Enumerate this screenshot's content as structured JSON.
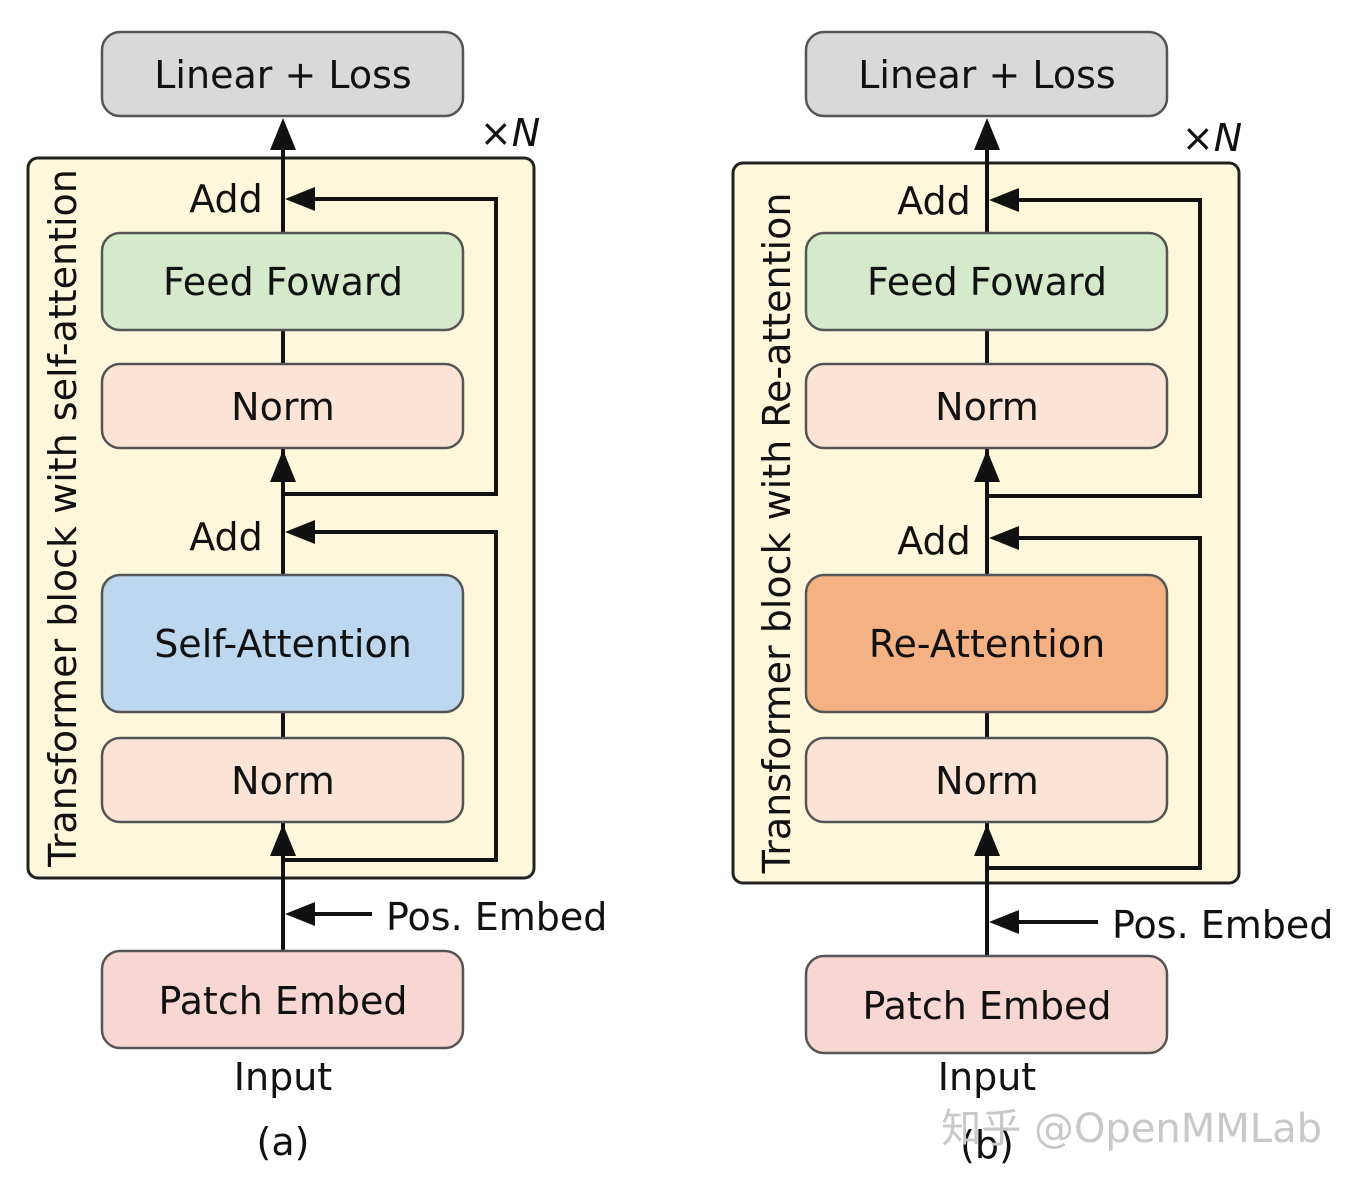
{
  "panel_a": {
    "top": "Linear + Loss",
    "repeat": "×N",
    "block_label": "Transformer block with self-attention",
    "add_top": "Add",
    "feed_forward": "Feed Foward",
    "norm_top": "Norm",
    "add_bottom": "Add",
    "attention": "Self-Attention",
    "norm_bottom": "Norm",
    "pos_embed": "Pos. Embed",
    "patch_embed": "Patch Embed",
    "input": "Input",
    "caption": "(a)"
  },
  "panel_b": {
    "top": "Linear + Loss",
    "repeat": "×N",
    "block_label": "Transformer block with Re-attention",
    "add_top": "Add",
    "feed_forward": "Feed Foward",
    "norm_top": "Norm",
    "add_bottom": "Add",
    "attention": "Re-Attention",
    "norm_bottom": "Norm",
    "pos_embed": "Pos. Embed",
    "patch_embed": "Patch Embed",
    "input": "Input",
    "caption": "(b)"
  },
  "watermark": "知乎 @OpenMMLab",
  "colors": {
    "linear_loss": "#d9d9d9",
    "feed_forward": "#d4eacb",
    "norm": "#fbe4d5",
    "self_attention": "#bdd7ee",
    "re_attention": "#f4b183",
    "patch_embed": "#f8d7d3",
    "block_background": "#fdf8dc"
  }
}
